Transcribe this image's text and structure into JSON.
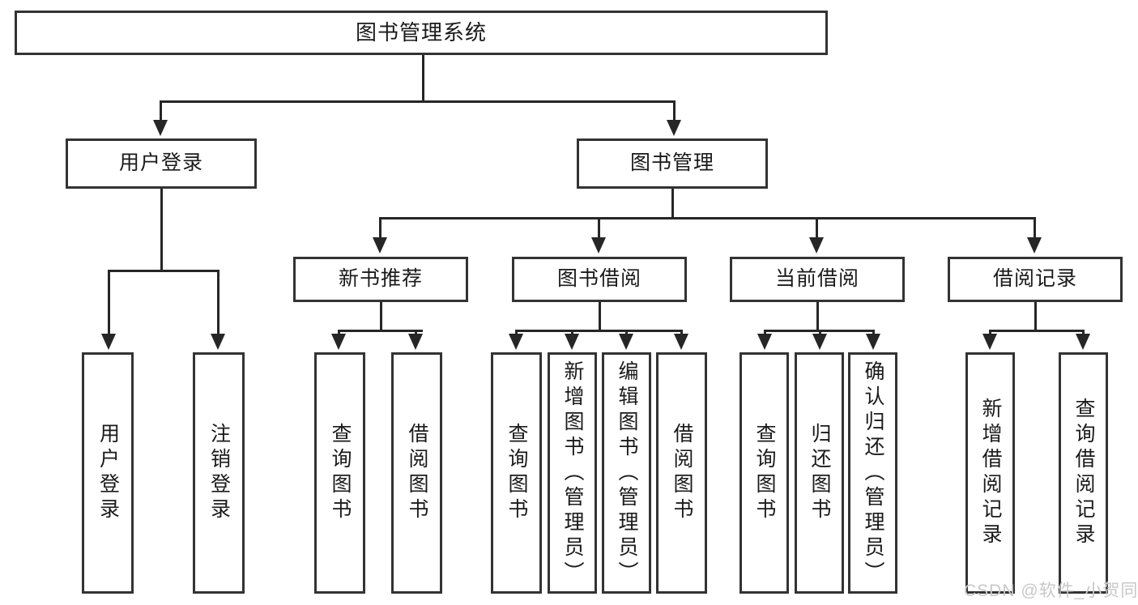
{
  "diagram": {
    "title": "图书管理系统",
    "root": {
      "label": "图书管理系统"
    },
    "level2": [
      {
        "label": "用户登录"
      },
      {
        "label": "图书管理"
      }
    ],
    "level3": [
      {
        "label": "新书推荐"
      },
      {
        "label": "图书借阅"
      },
      {
        "label": "当前借阅"
      },
      {
        "label": "借阅记录"
      }
    ],
    "leaves": {
      "user_login": [
        {
          "label": "用户登录"
        },
        {
          "label": "注销登录"
        }
      ],
      "new_book_recommend": [
        {
          "label": "查询图书"
        },
        {
          "label": "借阅图书"
        }
      ],
      "book_borrow": [
        {
          "label": "查询图书"
        },
        {
          "label": "新增图书（管理员）"
        },
        {
          "label": "编辑图书（管理员）"
        },
        {
          "label": "借阅图书"
        }
      ],
      "current_borrow": [
        {
          "label": "查询图书"
        },
        {
          "label": "归还图书"
        },
        {
          "label": "确认归还（管理员）"
        }
      ],
      "borrow_record": [
        {
          "label": "新增借阅记录"
        },
        {
          "label": "查询借阅记录"
        }
      ]
    }
  },
  "watermark": {
    "text": "CSDN @软件_小贺同学"
  },
  "colors": {
    "box_border": "#333333",
    "line": "#262626",
    "text": "#1a1a1a",
    "watermark": "#c8c8c8",
    "background": "#ffffff"
  }
}
